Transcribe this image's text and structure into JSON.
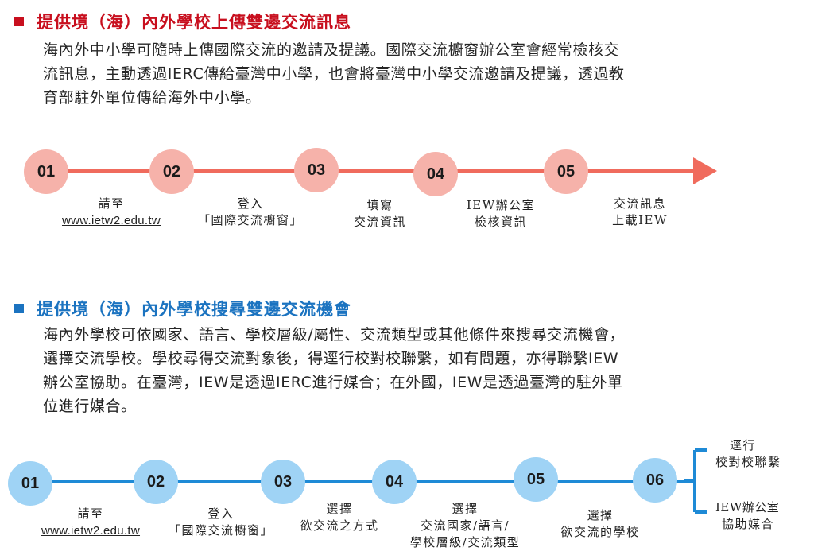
{
  "colors": {
    "red": "#f06b5d",
    "red_circle": "#f6b2aa",
    "blue": "#1e8ad6",
    "blue_circle": "#9fd3f5",
    "head1_text": "#c80f1e",
    "head2_text": "#1b73c0"
  },
  "section1": {
    "title": "提供境（海）內外學校上傳雙邊交流訊息",
    "paragraph": [
      "海內外中小學可隨時上傳國際交流的邀請及提議。國際交流櫥窗辦公室會經常檢核交",
      "流訊息，主動透過IERC傳給臺灣中小學，也會將臺灣中小學交流邀請及提議，透過教",
      "育部駐外單位傳給海外中小學。"
    ],
    "steps": [
      {
        "num": "01",
        "line1": "請至",
        "line2": "www.ietw2.edu.tw"
      },
      {
        "num": "02",
        "line1": "登入",
        "line2": "「國際交流櫥窗」"
      },
      {
        "num": "03",
        "line1": "填寫",
        "line2": "交流資訊"
      },
      {
        "num": "04",
        "line1": "IEW辦公室",
        "line2": "檢核資訊"
      },
      {
        "num": "05",
        "line1": "交流訊息",
        "line2": "上載IEW"
      }
    ]
  },
  "section2": {
    "title": "提供境（海）內外學校搜尋雙邊交流機會",
    "paragraph": [
      "海內外學校可依國家、語言、學校層級/屬性、交流類型或其他條件來搜尋交流機會，",
      "選擇交流學校。學校尋得交流對象後，得逕行校對校聯繫，如有問題，亦得聯繫IEW",
      "辦公室協助。在臺灣，IEW是透過IERC進行媒合；在外國，IEW是透過臺灣的駐外單",
      "位進行媒合。"
    ],
    "steps": [
      {
        "num": "01",
        "line1": "請至",
        "line2": "www.ietw2.edu.tw"
      },
      {
        "num": "02",
        "line1": "登入",
        "line2": "「國際交流櫥窗」"
      },
      {
        "num": "03",
        "line1": "選擇",
        "line2": "欲交流之方式"
      },
      {
        "num": "04",
        "line1": "選擇",
        "line2": "交流國家/語言/",
        "line3": "學校層級/交流類型"
      },
      {
        "num": "05",
        "line1": "選擇",
        "line2": "欲交流的學校"
      },
      {
        "num": "06"
      }
    ],
    "outcomes": [
      {
        "line1": "逕行",
        "line2": "校對校聯繫"
      },
      {
        "line1": "IEW辦公室",
        "line2": "協助媒合"
      }
    ]
  }
}
